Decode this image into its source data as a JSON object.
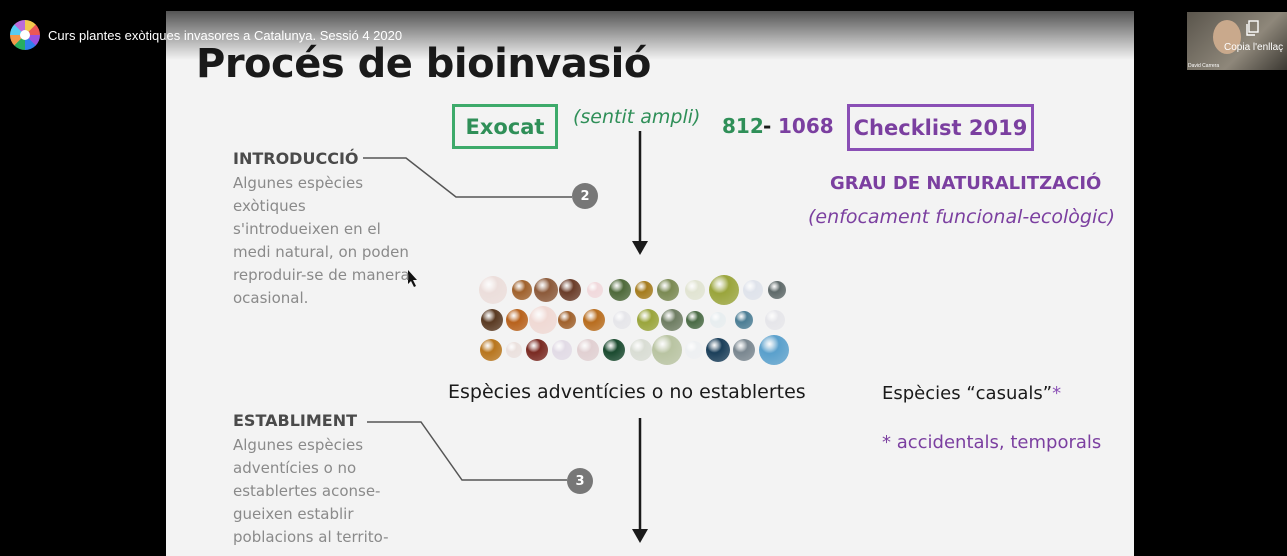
{
  "video": {
    "title": "Curs plantes exòtiques invasores a Catalunya. Sessió 4 2020",
    "copy_link_label": "Copia l'enllaç",
    "webcam_name": "David Carrera"
  },
  "slide": {
    "title": "Procés de bioinvasió",
    "exocat_label": "Exocat",
    "sentit_label": "(sentit ampli)",
    "count_exocat": "812",
    "count_dash": "-",
    "count_checklist": "1068",
    "checklist_label": "Checklist 2019",
    "grau_heading": "GRAU DE NATURALITZACIÓ",
    "enfocament_label": "(enfocament funcional-ecològic)",
    "introduccio": {
      "heading": "INTRODUCCIÓ",
      "text": "Algunes espècies exòtiques s'introdueixen en el medi natural, on poden reproduir-se de manera ocasional.",
      "step": "2"
    },
    "establiment": {
      "heading": "ESTABLIMENT",
      "text": "Algunes espècies adventícies o no establertes aconse-gueixen establir poblacions al territo-",
      "step": "3"
    },
    "adventicies_label": "Espècies adventícies o no establertes",
    "casuals_label": "Espècies “casuals”",
    "casuals_star": "*",
    "accidentals_label": "* accidentals, temporals"
  },
  "colors": {
    "exocat_green": "#3daa6a",
    "checklist_purple": "#8a4fb5",
    "step_gray": "#777777"
  },
  "icons": [
    "channel-logo",
    "copy-link-icon",
    "mouse-cursor-icon"
  ]
}
